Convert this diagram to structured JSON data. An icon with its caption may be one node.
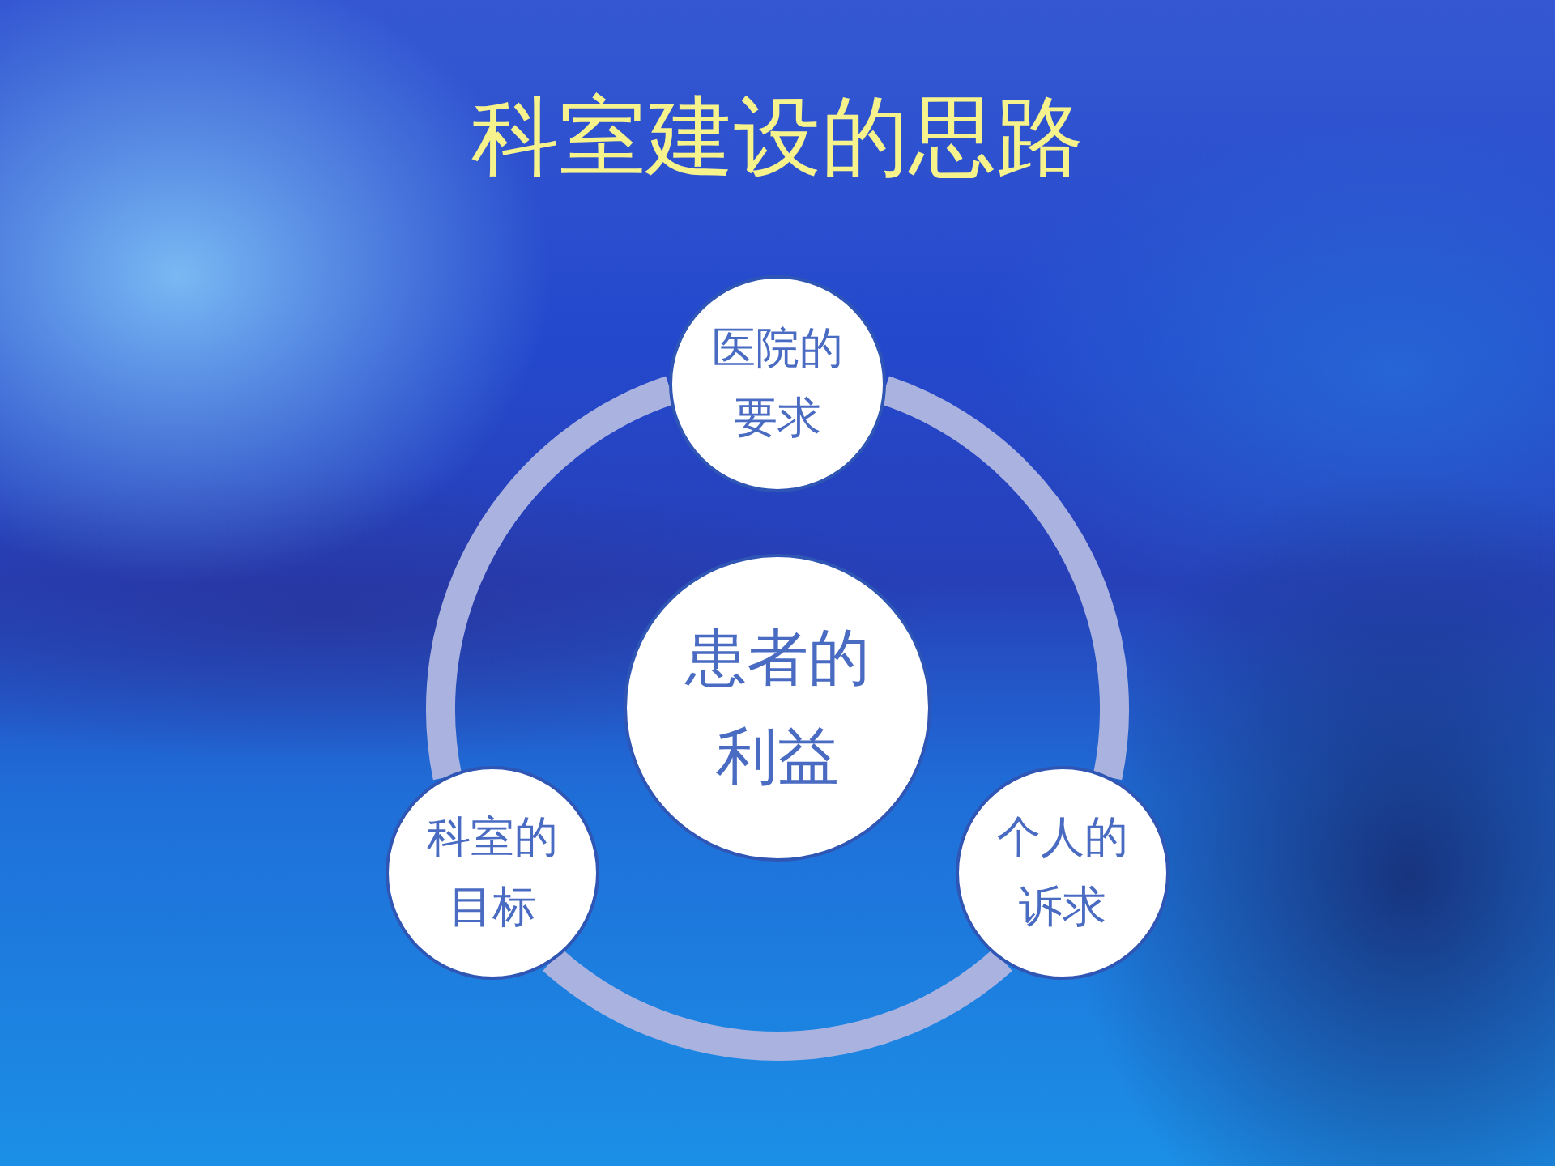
{
  "diagram": {
    "title": "科室建设的思路",
    "nodes": [
      {
        "text": [
          "医院的要求"
        ]
      },
      {
        "text": [
          "患者的利益"
        ]
      },
      {
        "text": [
          "科室的目标"
        ]
      },
      {
        "text": [
          "个人的诉求"
        ]
      }
    ],
    "edges": [
      {
        "from": 0,
        "to": 3,
        "arrow": "none"
      },
      {
        "from": 3,
        "to": 2,
        "arrow": "none"
      },
      {
        "from": 2,
        "to": 0,
        "arrow": "none"
      }
    ]
  }
}
